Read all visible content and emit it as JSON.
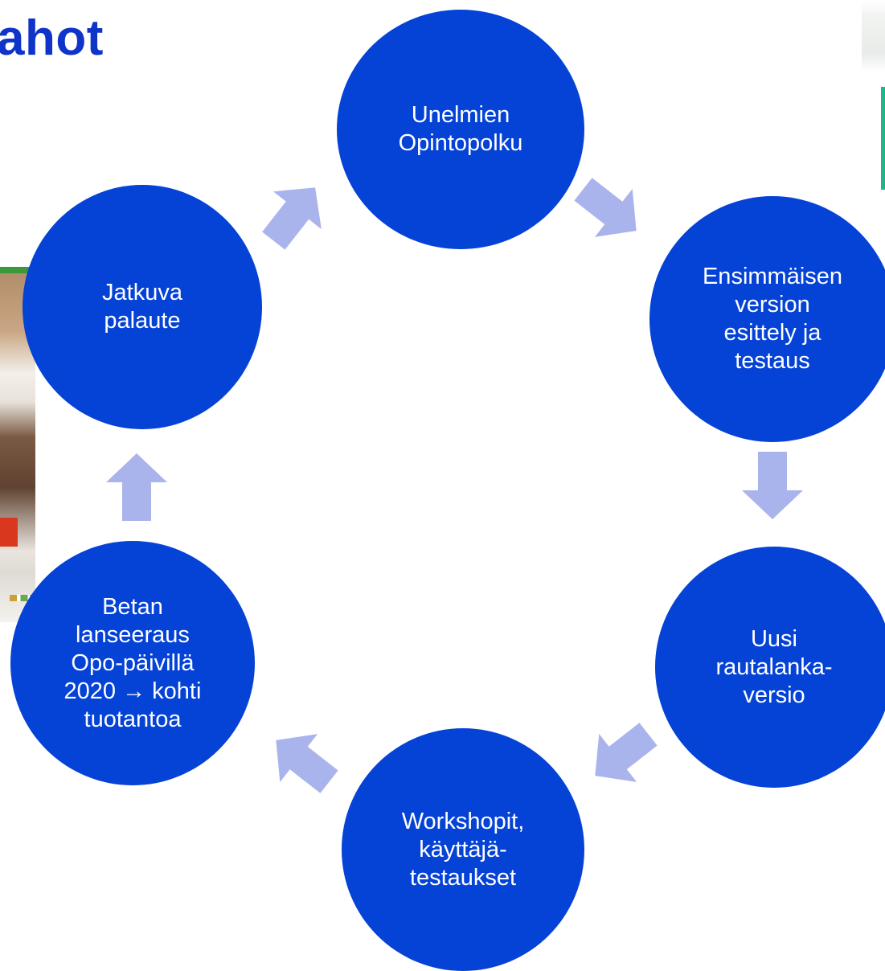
{
  "title": "ahot",
  "colors": {
    "node": "#0542d6",
    "arrow": "#aab4ec",
    "title": "#0f34c9"
  },
  "cycle": {
    "nodes": [
      {
        "id": "n1",
        "label": "Unelmien\nOpintopolku"
      },
      {
        "id": "n2",
        "label": "Ensimmäisen\nversion\nesittely ja\ntestaus"
      },
      {
        "id": "n3",
        "label": "Uusi\nrautalanka-\nversio"
      },
      {
        "id": "n4",
        "label": "Workshopit,\nkäyttäjä-\ntestaukset"
      },
      {
        "id": "n5",
        "label": "Betan\nlanseeraus\nOpo-päivillä\n2020 → kohti\ntuotantoa"
      },
      {
        "id": "n6",
        "label": "Jatkuva\npalaute"
      }
    ],
    "direction": "clockwise"
  }
}
